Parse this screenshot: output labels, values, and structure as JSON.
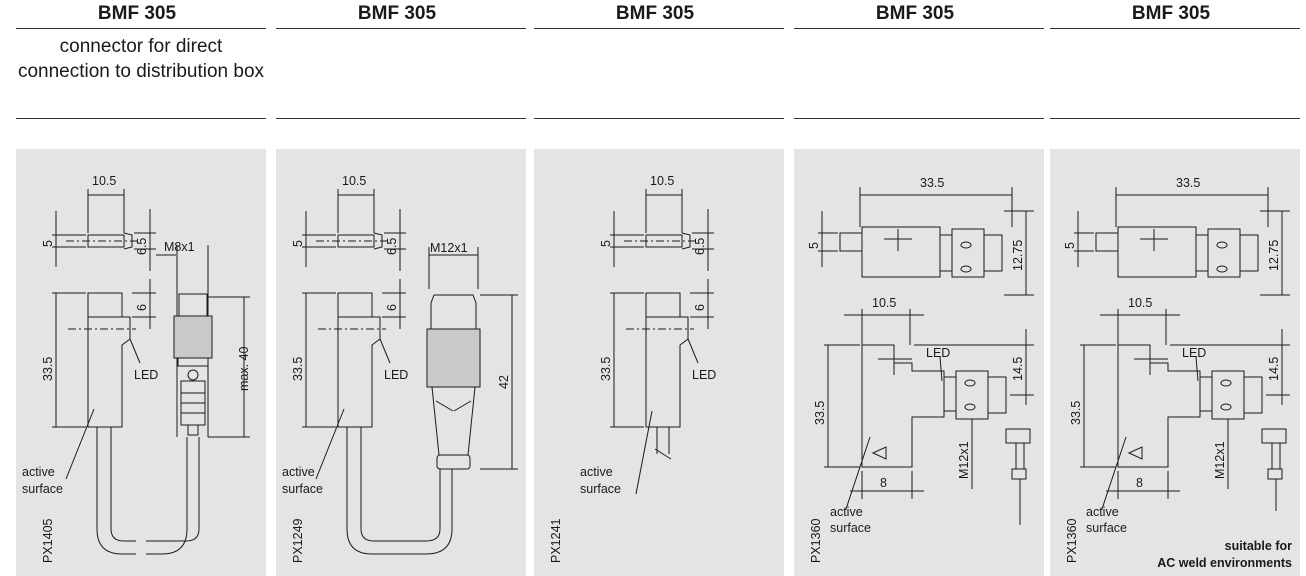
{
  "columns": [
    {
      "title": "BMF 305",
      "description": "connector for direct connection to distribution box",
      "drawing": {
        "code": "PX1405",
        "dims": {
          "width": "10.5",
          "height": "5",
          "cap": "6.5",
          "thread": "M8x1",
          "tab": "6",
          "body": "33.5",
          "length": "max. 40"
        },
        "labels": {
          "led": "LED",
          "active": "active",
          "surface": "surface"
        }
      }
    },
    {
      "title": "BMF 305",
      "description": "",
      "drawing": {
        "code": "PX1249",
        "dims": {
          "width": "10.5",
          "height": "5",
          "cap": "6.5",
          "thread": "M12x1",
          "tab": "6",
          "body": "33.5",
          "length": "42"
        },
        "labels": {
          "led": "LED",
          "active": "active",
          "surface": "surface"
        }
      }
    },
    {
      "title": "BMF 305",
      "description": "",
      "drawing": {
        "code": "PX1241",
        "dims": {
          "width": "10.5",
          "height": "5",
          "cap": "6.5",
          "tab": "6",
          "body": "33.5"
        },
        "labels": {
          "led": "LED",
          "active": "active",
          "surface": "surface"
        }
      }
    },
    {
      "title": "BMF 305",
      "description": "",
      "drawing": {
        "code": "PX1360",
        "dims": {
          "length": "33.5",
          "height": "5",
          "depth": "12.75",
          "width": "10.5",
          "led_offset": "14.5",
          "body": "33.5",
          "thread": "M12x1",
          "base": "8"
        },
        "labels": {
          "led": "LED",
          "active": "active",
          "surface": "surface"
        }
      }
    },
    {
      "title": "BMF 305",
      "description": "",
      "drawing": {
        "code": "PX1360",
        "dims": {
          "length": "33.5",
          "height": "5",
          "depth": "12.75",
          "width": "10.5",
          "led_offset": "14.5",
          "body": "33.5",
          "thread": "M12x1",
          "base": "8"
        },
        "labels": {
          "led": "LED",
          "active": "active",
          "surface": "surface"
        },
        "note": {
          "line1": "suitable for",
          "line2": "AC weld environments"
        }
      }
    }
  ]
}
